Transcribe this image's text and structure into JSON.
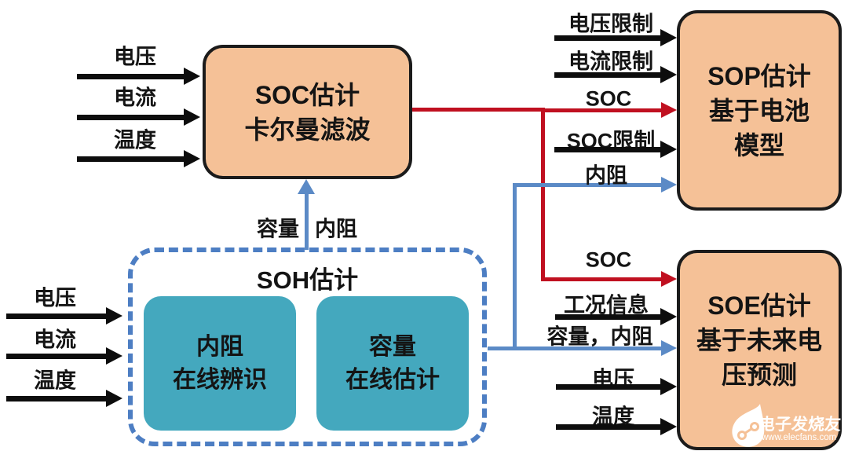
{
  "diagram": {
    "soc_block": {
      "title": "SOC估计",
      "subtitle": "卡尔曼滤波"
    },
    "sop_block": {
      "title": "SOP估计",
      "line2": "基于电池",
      "line3": "模型"
    },
    "soe_block": {
      "title": "SOE估计",
      "line2": "基于未来电",
      "line3": "压预测"
    },
    "soh_block": {
      "title": "SOH估计",
      "resistance_box": {
        "line1": "内阻",
        "line2": "在线辨识"
      },
      "capacity_box": {
        "line1": "容量",
        "line2": "在线估计"
      }
    },
    "soc_inputs": [
      "电压",
      "电流",
      "温度"
    ],
    "soh_inputs": [
      "电压",
      "电流",
      "温度"
    ],
    "sop_inputs": [
      "电压限制",
      "电流限制",
      "SOC",
      "SOC限制",
      "内阻"
    ],
    "soe_inputs": [
      "SOC",
      "工况信息",
      "容量，内阻",
      "电压",
      "温度"
    ],
    "soh_outputs_to_soc": [
      "容量",
      "内阻"
    ],
    "colors": {
      "block_fill": "#F5C197",
      "block_border": "#1B1B1B",
      "inner_block_fill": "#44A8BE",
      "soh_dash_border": "#4D7EC3",
      "arrow_black": "#0D0D0D",
      "arrow_red": "#C01020",
      "arrow_blue": "#5B8AC6"
    },
    "watermark": {
      "brand": "电子发烧友",
      "url": "www.elecfans.com"
    }
  }
}
